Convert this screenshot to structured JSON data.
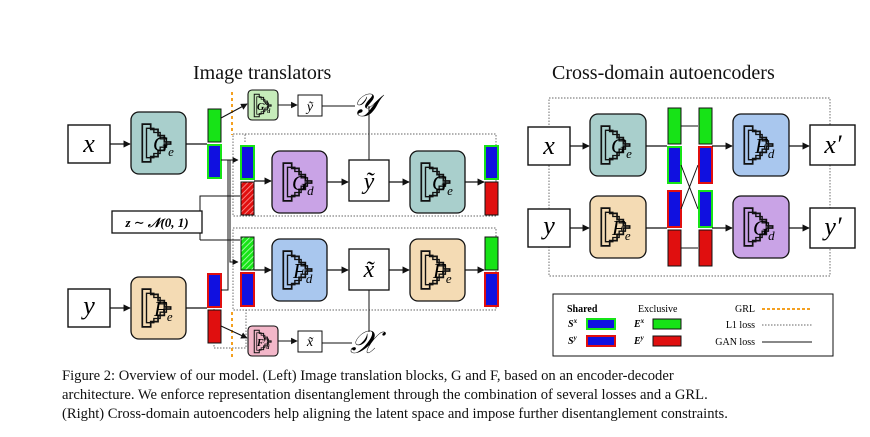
{
  "left_title": "Image translators",
  "right_title": "Cross-domain autoencoders",
  "nodes": {
    "x": "x",
    "y": "y",
    "Ge": "G",
    "Ge_sub": "e",
    "Fe": "F",
    "Fe_sub": "e",
    "Gd": "G",
    "Gd_sub": "d",
    "Fd": "F",
    "Fd_sub": "d",
    "y_tilde": "ỹ",
    "x_tilde": "x̃",
    "Y_domain": "𝒴",
    "X_domain": "𝒳",
    "Dx": "G",
    "Dx_sup": "x",
    "Dx_sub": "d",
    "Dy": "F",
    "Dy_sup": "y",
    "Dy_sub": "d",
    "noise": "z ∼ 𝒩(0, 1)",
    "x_prime": "x′",
    "y_prime": "y′"
  },
  "legend": {
    "shared": "Shared",
    "exclusive": "Exclusive",
    "sx": "S",
    "sx_sup": "x",
    "sy": "S",
    "sy_sup": "y",
    "ex": "E",
    "ex_sup": "x",
    "ey": "E",
    "ey_sup": "y",
    "grl": "GRL",
    "l1": "L1 loss",
    "gan": "GAN loss"
  },
  "colors": {
    "teal": "#a9cfcc",
    "tan": "#f4dbb4",
    "purple": "#c9a3e6",
    "blue_box": "#a9c7ee",
    "green_small": "#c6ecba",
    "pink_small": "#f3b7c9",
    "green": "#17e317",
    "blue": "#1010e0",
    "red": "#e00f0f",
    "orange": "#f4a020"
  },
  "caption": {
    "line1": "Figure 2: Overview of our model. (Left) Image translation blocks, G and F, based on an encoder-decoder",
    "line2": "architecture. We enforce representation disentanglement through the combination of several losses and a GRL.",
    "line3": "(Right) Cross-domain autoencoders help aligning the latent space and impose further disentanglement constraints."
  }
}
